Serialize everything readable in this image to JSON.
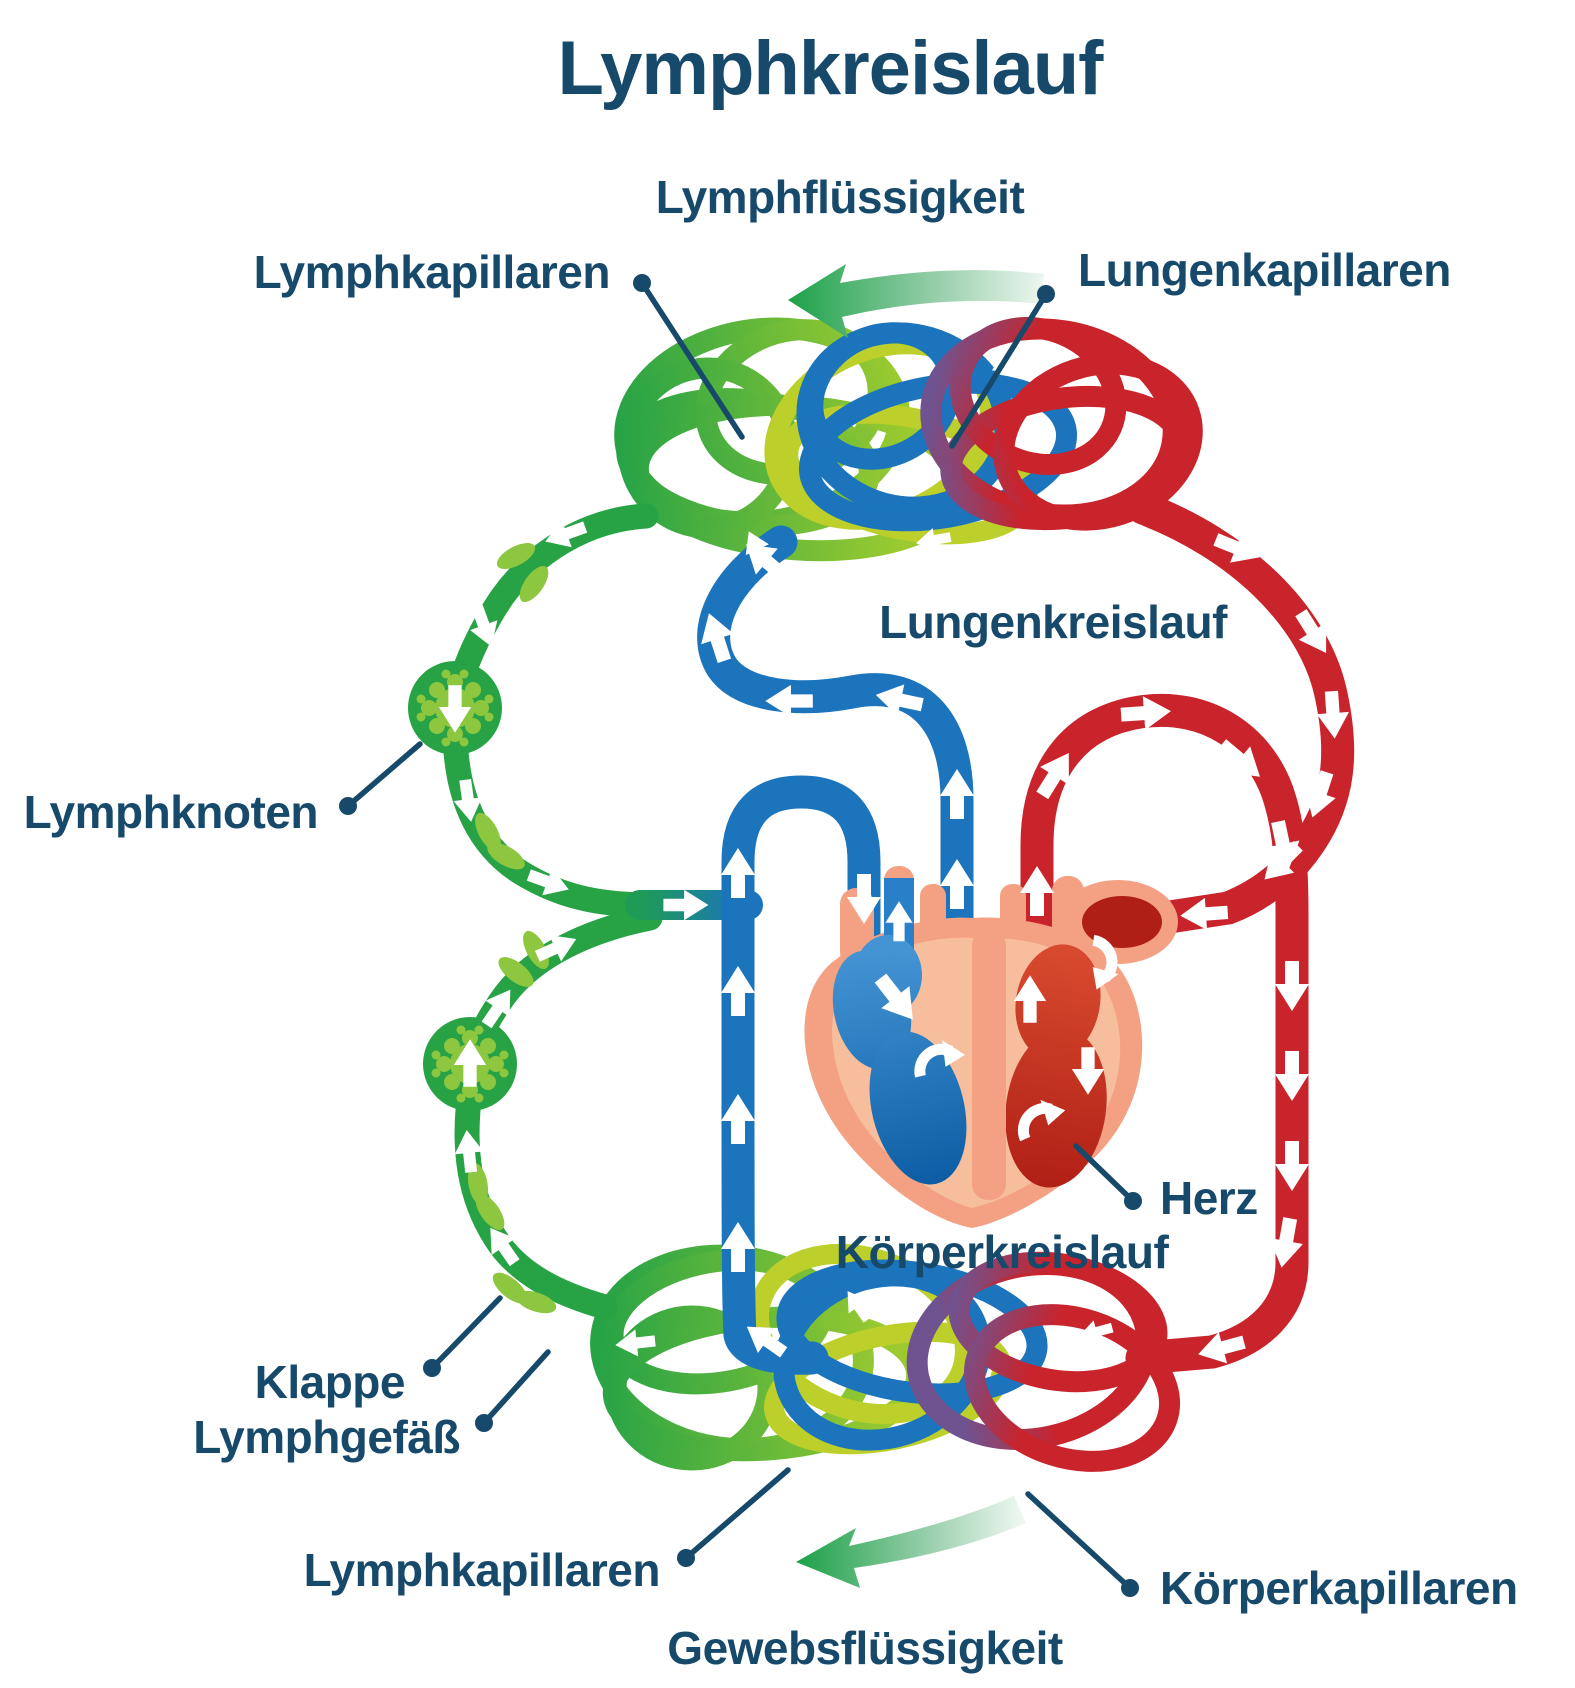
{
  "title": "Lymphkreislauf",
  "labels": {
    "lymph_fluid": "Lymphflüssigkeit",
    "lymph_capillaries_top": "Lymphkapillaren",
    "lung_capillaries": "Lungenkapillaren",
    "pulmonary_circulation": "Lungenkreislauf",
    "lymph_node": "Lymphknoten",
    "heart": "Herz",
    "systemic_circulation": "Körperkreislauf",
    "valve": "Klappe",
    "lymph_vessel": "Lymphgefäß",
    "lymph_capillaries_bottom": "Lymphkapillaren",
    "tissue_fluid": "Gewebsflüssigkeit",
    "body_capillaries": "Körperkapillaren"
  },
  "colors": {
    "label_text": "#17496B",
    "lymph_vessel_green": "#27A346",
    "valve_and_node_light_green": "#8DC63F",
    "capillary_yellow_green": "#BCCF2B",
    "vein_blue": "#1B74BC",
    "artery_red": "#C9232B",
    "heart_salmon": "#F3A182",
    "flow_arrows": "#FFFFFF",
    "background": "#FFFFFF"
  },
  "icons": {
    "flow_arrow": "white directional arrow inside vessels",
    "lymph_node_icon": "green circle with scalloped light-green core",
    "valve_icon": "pair of light-green leaf flaps on lymph vessel",
    "leader_dot": "navy dot at end of pointer line",
    "tissue_fluid_arrow_top": "green gradient arrow pointing left",
    "tissue_fluid_arrow_bottom": "green gradient arrow pointing left"
  }
}
